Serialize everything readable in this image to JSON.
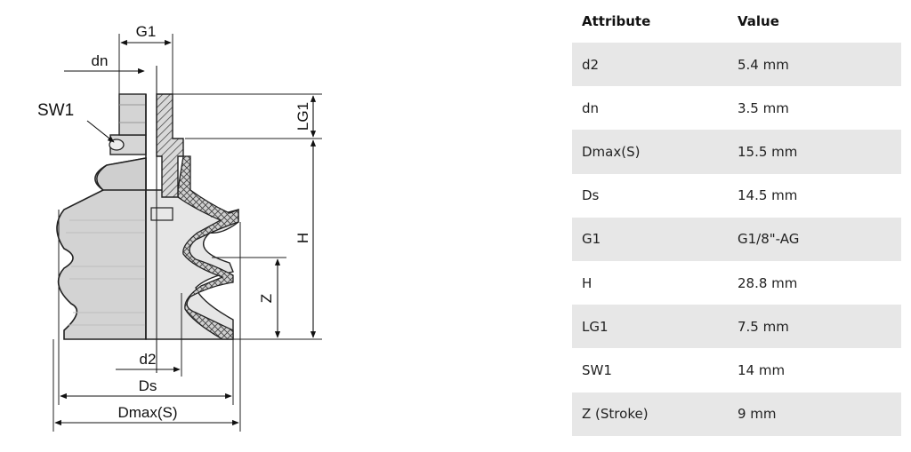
{
  "drawing": {
    "labels": {
      "g1": "G1",
      "dn": "dn",
      "sw1": "SW1",
      "lg1": "LG1",
      "h": "H",
      "z": "Z",
      "d2": "d2",
      "ds": "Ds",
      "dmax": "Dmax(S)"
    }
  },
  "table": {
    "headers": {
      "attribute": "Attribute",
      "value": "Value"
    },
    "rows": [
      {
        "attribute": "d2",
        "value": "5.4 mm"
      },
      {
        "attribute": "dn",
        "value": "3.5 mm"
      },
      {
        "attribute": "Dmax(S)",
        "value": "15.5 mm"
      },
      {
        "attribute": "Ds",
        "value": "14.5 mm"
      },
      {
        "attribute": "G1",
        "value": "G1/8\"-AG"
      },
      {
        "attribute": "H",
        "value": "28.8 mm"
      },
      {
        "attribute": "LG1",
        "value": "7.5 mm"
      },
      {
        "attribute": "SW1",
        "value": "14 mm"
      },
      {
        "attribute": "Z (Stroke)",
        "value": "9 mm"
      }
    ]
  }
}
